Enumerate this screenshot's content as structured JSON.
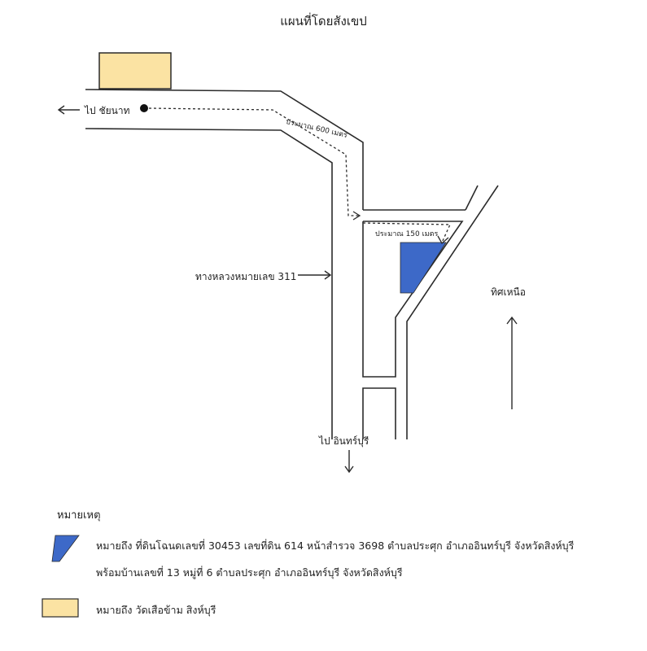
{
  "map": {
    "title": "แผนที่โดยสังเขป",
    "labels": {
      "to_chainat": "ไป ชัยนาท",
      "dist_600": "ประมาณ 600 เมตร",
      "dist_150": "ประมาณ 150 เมตร",
      "highway": "ทางหลวงหมายเลข 311",
      "north": "ทิศเหนือ",
      "to_inburi": "ไป อินทร์บุรี"
    },
    "colors": {
      "road": "#2b2b2b",
      "target": "#3d69c8",
      "temple": "#fbe3a3"
    }
  },
  "legend": {
    "title": "หมายเหตุ",
    "item1_line1": "หมายถึง   ที่ดินโฉนดเลขที่ 30453 เลขที่ดิน 614 หน้าสำรวจ 3698 ตำบลประศุก อำเภออินทร์บุรี จังหวัดสิงห์บุรี",
    "item1_line2": "พร้อมบ้านเลขที่ 13 หมู่ที่ 6 ตำบลประศุก อำเภออินทร์บุรี จังหวัดสิงห์บุรี",
    "item2": "หมายถึง   วัดเสือข้าม สิงห์บุรี"
  }
}
